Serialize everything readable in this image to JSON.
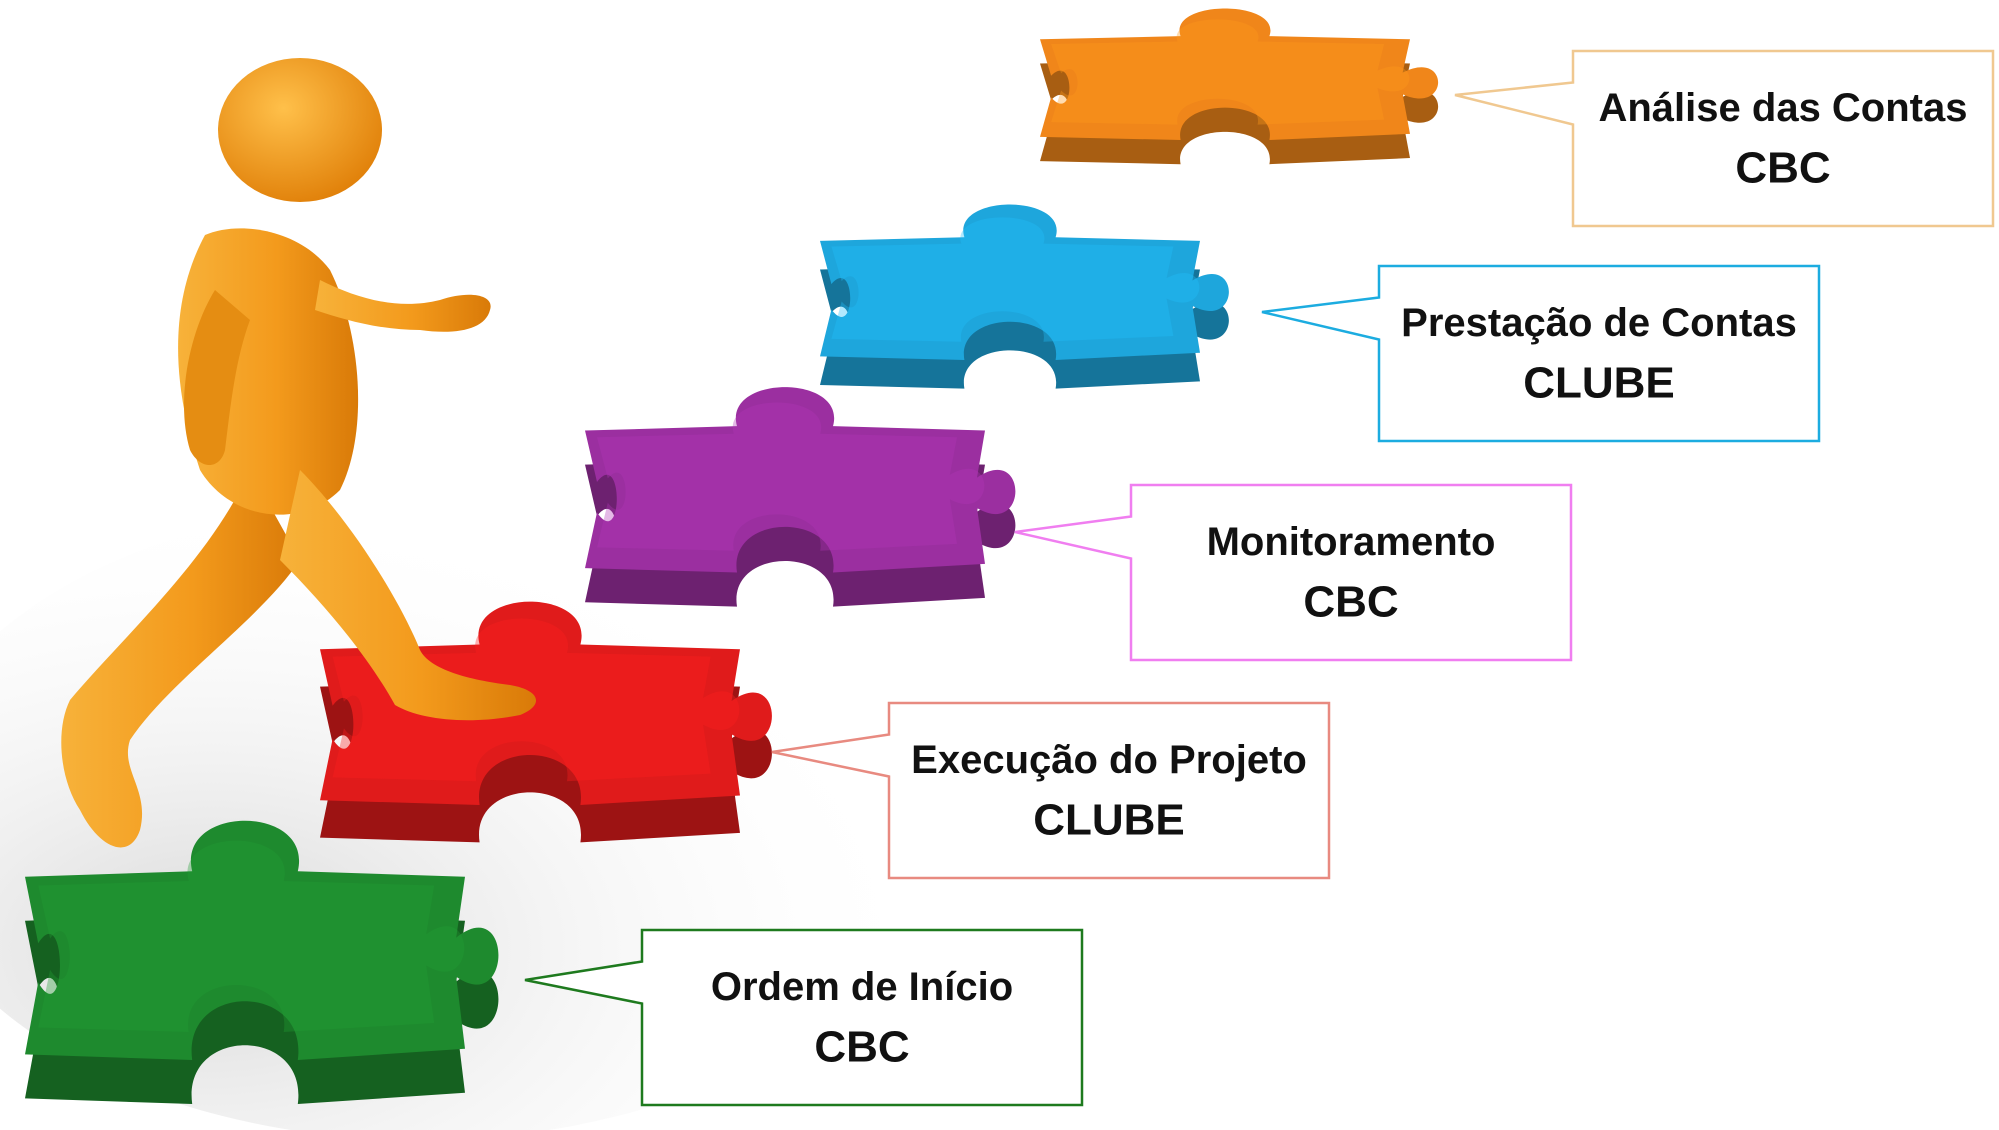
{
  "steps": [
    {
      "title": "Ordem de Início",
      "owner": "CBC",
      "piece_color": "#1e8a2e",
      "border_color": "#1e7a1e"
    },
    {
      "title": "Execução do Projeto",
      "owner": "CLUBE",
      "piece_color": "#e01b1b",
      "border_color": "#e88a80"
    },
    {
      "title": "Monitoramento",
      "owner": "CBC",
      "piece_color": "#9b2fa0",
      "border_color": "#f07ef0"
    },
    {
      "title": "Prestação de Contas",
      "owner": "CLUBE",
      "piece_color": "#1ea6dc",
      "border_color": "#1cace0"
    },
    {
      "title": "Análise das Contas",
      "owner": "CBC",
      "piece_color": "#f0861a",
      "border_color": "#f0c890"
    }
  ],
  "figure_color": "#f39a1c"
}
